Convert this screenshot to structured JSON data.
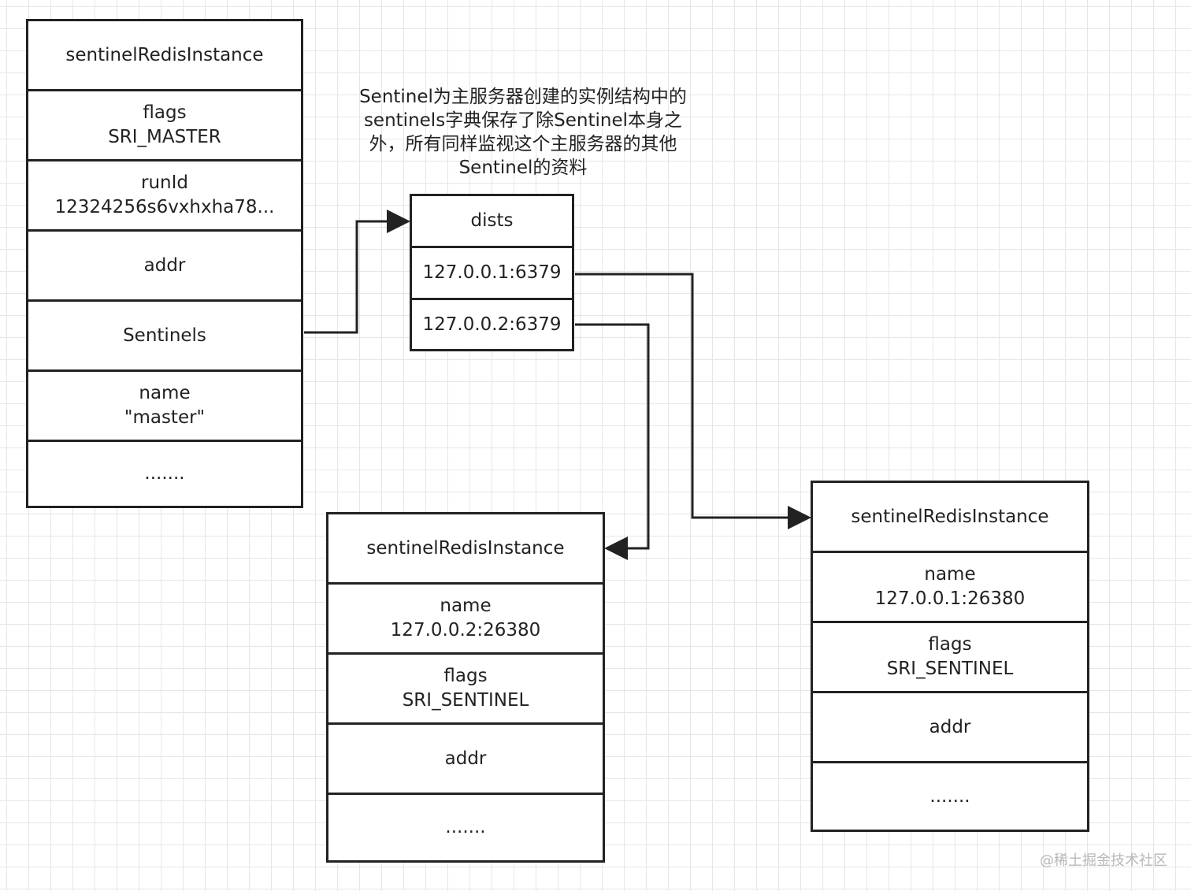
{
  "master": {
    "fields": [
      [
        "sentinelRedisInstance"
      ],
      [
        "flags",
        "SRI_MASTER"
      ],
      [
        "runId",
        "12324256s6vxhxha78..."
      ],
      [
        "addr"
      ],
      [
        "Sentinels"
      ],
      [
        "name",
        "\"master\""
      ],
      [
        ".......",
        ""
      ]
    ]
  },
  "note": {
    "lines": [
      "Sentinel为主服务器创建的实例结构中的",
      "sentinels字典保存了除Sentinel本身之",
      "外，所有同样监视这个主服务器的其他",
      "Sentinel的资料"
    ]
  },
  "dict": {
    "fields": [
      [
        "dists"
      ],
      [
        "127.0.0.1:6379"
      ],
      [
        "127.0.0.2:6379"
      ]
    ]
  },
  "sentinel2": {
    "fields": [
      [
        "sentinelRedisInstance"
      ],
      [
        "name",
        "127.0.0.2:26380"
      ],
      [
        "flags",
        "SRI_SENTINEL"
      ],
      [
        "addr"
      ],
      [
        "......."
      ]
    ]
  },
  "sentinel1": {
    "fields": [
      [
        "sentinelRedisInstance"
      ],
      [
        "name",
        "127.0.0.1:26380"
      ],
      [
        "flags",
        "SRI_SENTINEL"
      ],
      [
        "addr"
      ],
      [
        "......."
      ]
    ]
  },
  "watermark": "@稀土掘金技术社区"
}
